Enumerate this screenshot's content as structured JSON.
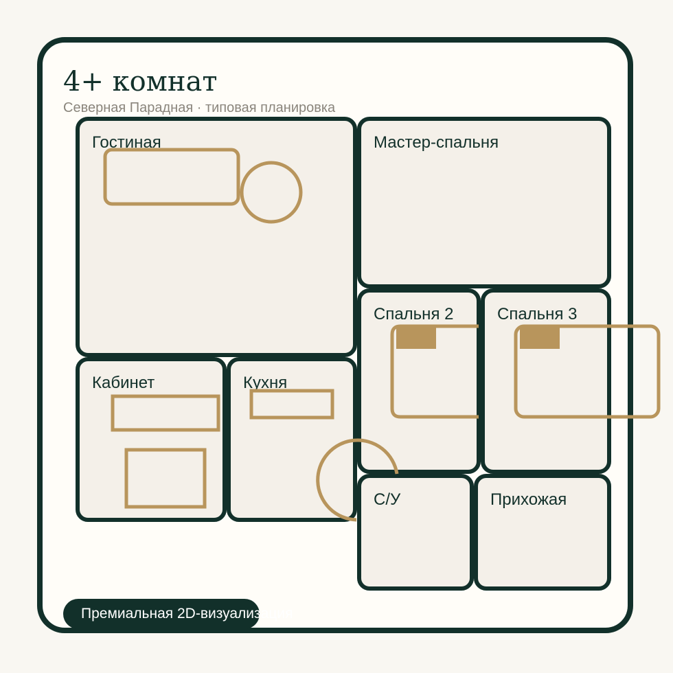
{
  "plan": {
    "title": "4+ комнат",
    "subtitle": "Северная Парадная · типовая планировка",
    "badge_label": "Премиальная 2D-визуализация"
  },
  "rooms": [
    {
      "id": "living",
      "label": "Гостиная"
    },
    {
      "id": "master-bedroom",
      "label": "Мастер-спальня"
    },
    {
      "id": "bedroom-2",
      "label": "Спальня 2"
    },
    {
      "id": "bedroom-3",
      "label": "Спальня 3"
    },
    {
      "id": "study",
      "label": "Кабинет"
    },
    {
      "id": "kitchen",
      "label": "Кухня"
    },
    {
      "id": "bathroom",
      "label": "С/У"
    },
    {
      "id": "hallway",
      "label": "Прихожая"
    }
  ],
  "colors": {
    "wall": "#12302a",
    "floor": "#f4f0e9",
    "furniture": "#b8955c",
    "subtitle": "#8a857c",
    "background": "#fffdf8"
  }
}
